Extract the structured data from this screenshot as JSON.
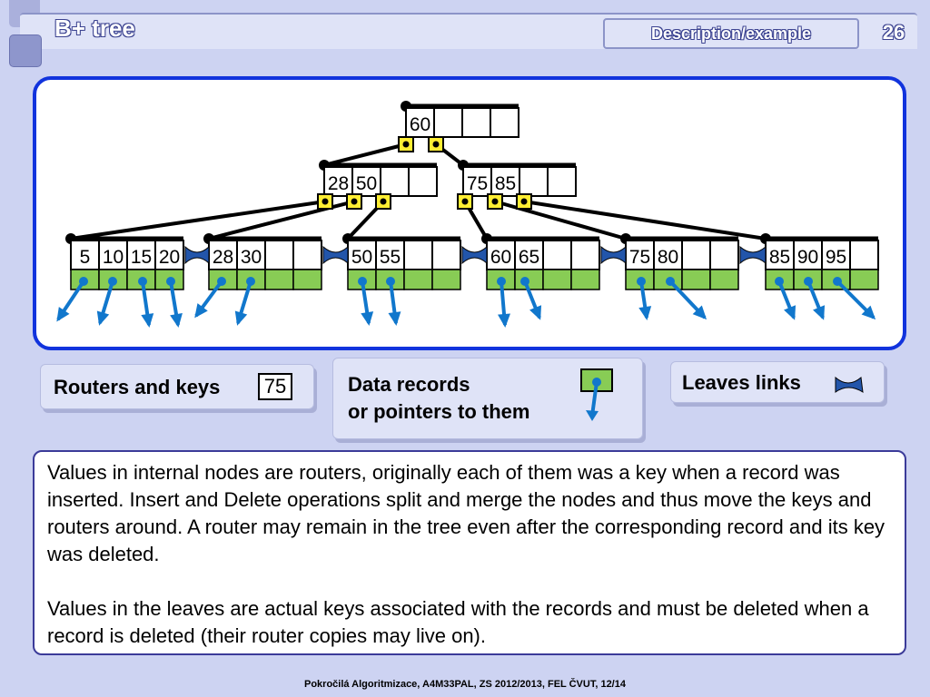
{
  "header": {
    "title": "B+ tree",
    "subtitle": "Description/example",
    "page_number": "26"
  },
  "tree": {
    "root": [
      "60",
      "",
      "",
      ""
    ],
    "internal": [
      [
        "28",
        "50",
        "",
        ""
      ],
      [
        "75",
        "85",
        "",
        ""
      ]
    ],
    "leaves": [
      [
        "5",
        "10",
        "15",
        "20"
      ],
      [
        "28",
        "30",
        "",
        ""
      ],
      [
        "50",
        "55",
        "",
        ""
      ],
      [
        "60",
        "65",
        "",
        ""
      ],
      [
        "75",
        "80",
        "",
        ""
      ],
      [
        "85",
        "90",
        "95",
        ""
      ]
    ],
    "colors": {
      "router": "#ffee33",
      "record": "#88cc55",
      "pointer": "#1177cc",
      "link": "#2255aa"
    }
  },
  "legend": {
    "routers_label": "Routers and keys",
    "routers_example_key": "75",
    "data_label_line1": "Data records",
    "data_label_line2": "or pointers to them",
    "leaves_links_label": "Leaves links"
  },
  "description": {
    "paragraph1": "Values in internal nodes are routers, originally each of them was a key when a record was inserted. Insert and Delete operations split and merge the nodes and thus move the keys and routers around. A router may remain in the tree even after the corresponding record and its key was deleted.",
    "paragraph2": "Values in the leaves are actual keys associated with the records and must be deleted when a record is deleted (their router copies may live on)."
  },
  "footer": "Pokročilá Algoritmizace, A4M33PAL, ZS 2012/2013, FEL ČVUT,  12/14"
}
